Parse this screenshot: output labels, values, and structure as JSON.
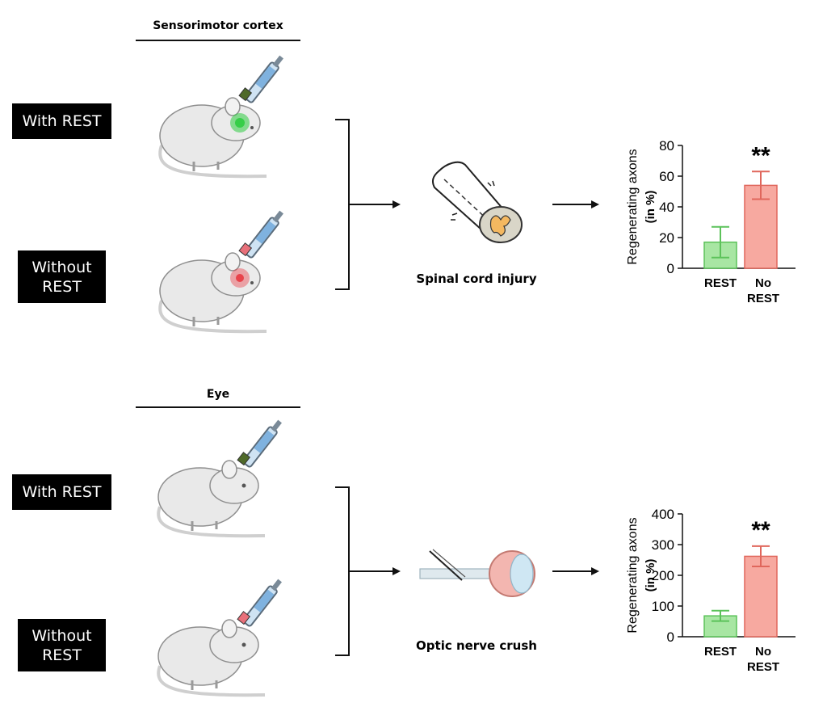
{
  "top": {
    "heading": "Sensorimotor cortex",
    "label_with": "With REST",
    "label_without_1": "Without",
    "label_without_2": "REST",
    "caption": "Spinal cord injury"
  },
  "bottom": {
    "heading": "Eye",
    "label_with": "With REST",
    "label_without_1": "Without",
    "label_without_2": "REST",
    "caption": "Optic nerve crush"
  },
  "colors": {
    "rest_fill": "#a8e6a3",
    "rest_stroke": "#5cc25a",
    "norest_fill": "#f7a9a0",
    "norest_stroke": "#e0675c",
    "green_glow": "#2ecc40",
    "red_glow": "#e8333b"
  },
  "chart_data": [
    {
      "type": "bar",
      "ylabel_line1": "Regenerating axons",
      "ylabel_line2": "(in %)",
      "ylim": [
        0,
        80
      ],
      "yticks": [
        "0",
        "20",
        "40",
        "60",
        "80"
      ],
      "categories": [
        "REST",
        "No REST"
      ],
      "category_lines": [
        [
          "REST"
        ],
        [
          "No",
          "REST"
        ]
      ],
      "values": [
        17,
        54
      ],
      "errors": [
        10,
        9
      ],
      "significance": "**"
    },
    {
      "type": "bar",
      "ylabel_line1": "Regenerating axons",
      "ylabel_line2": "(in %)",
      "ylim": [
        0,
        400
      ],
      "yticks": [
        "0",
        "100",
        "200",
        "300",
        "400"
      ],
      "categories": [
        "REST",
        "No REST"
      ],
      "category_lines": [
        [
          "REST"
        ],
        [
          "No",
          "REST"
        ]
      ],
      "values": [
        68,
        262
      ],
      "errors": [
        17,
        33
      ],
      "significance": "**"
    }
  ]
}
